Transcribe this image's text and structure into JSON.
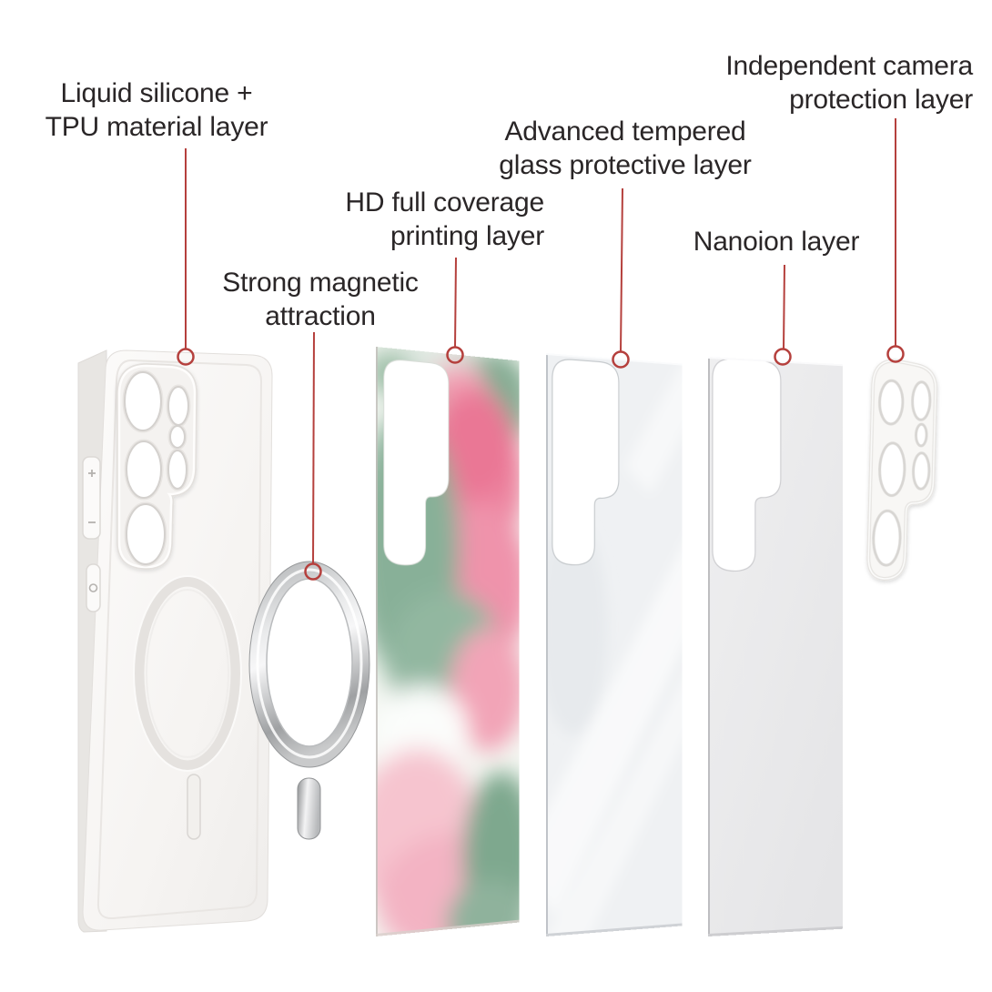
{
  "callouts": {
    "liquid_silicone": "Liquid silicone +\nTPU material layer",
    "strong_magnetic": "Strong magnetic\nattraction",
    "hd_printing": "HD full coverage\nprinting layer",
    "tempered_glass": "Advanced tempered\nglass protective layer",
    "nanoion": "Nanoion layer",
    "camera_protection": "Independent camera\nprotection layer"
  },
  "colors": {
    "accent_red": "#b5403d",
    "text": "#2a2627",
    "watercolor_pink": "#ed86a1",
    "watercolor_green": "#88b098",
    "case_white": "#f7f5f3",
    "glass_tint": "#eff1f3"
  }
}
